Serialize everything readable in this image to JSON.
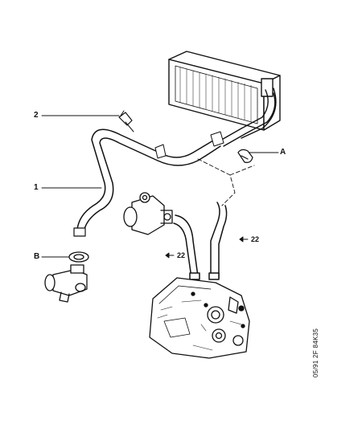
{
  "callouts": {
    "c1": "1",
    "c2": "2",
    "cA": "A",
    "cB": "B",
    "ref22_right": "22",
    "ref22_left": "22"
  },
  "stamp": "05/91 2F 84K35",
  "colors": {
    "ink": "#111111",
    "paper": "#ffffff"
  }
}
